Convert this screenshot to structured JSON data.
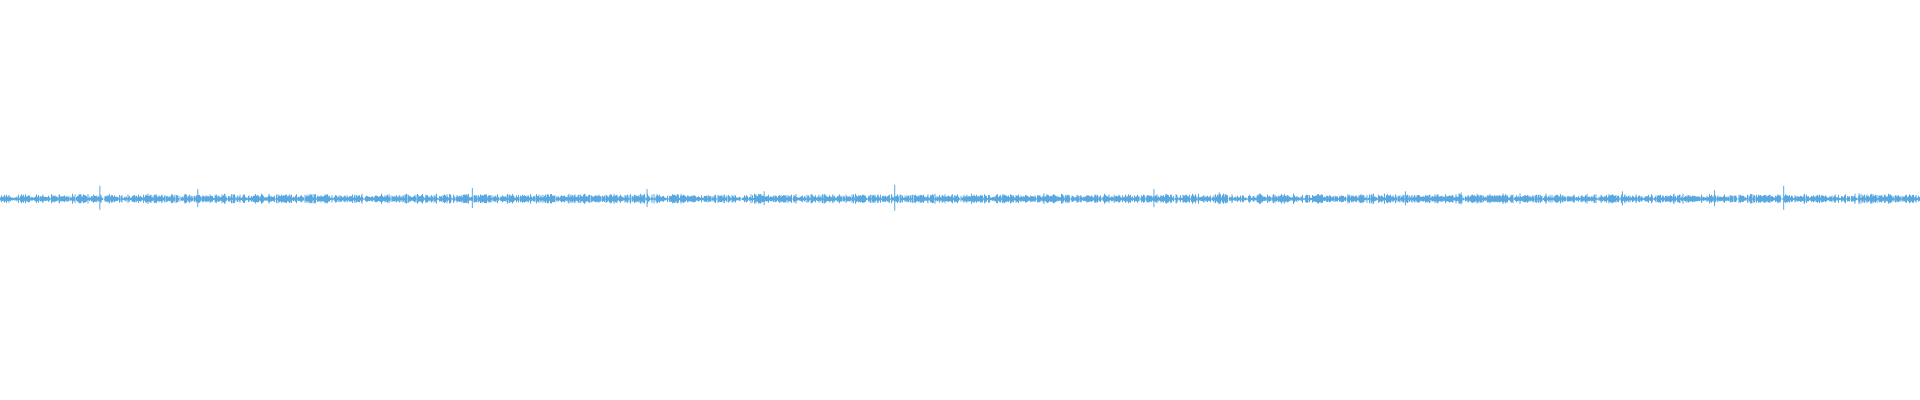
{
  "waveform": {
    "color": "#5aa8e0",
    "background": "#ffffff",
    "baseline_amplitude": 0.012,
    "spike_amplitudes": [
      0.06,
      0.045,
      0.05,
      0.045,
      0.035,
      0.065,
      0.045,
      0.03,
      0.035,
      0.03,
      0.035,
      0.04,
      0.06
    ],
    "spike_positions": [
      0.052,
      0.103,
      0.246,
      0.337,
      0.398,
      0.466,
      0.601,
      0.635,
      0.732,
      0.761,
      0.845,
      0.893,
      0.929
    ]
  }
}
